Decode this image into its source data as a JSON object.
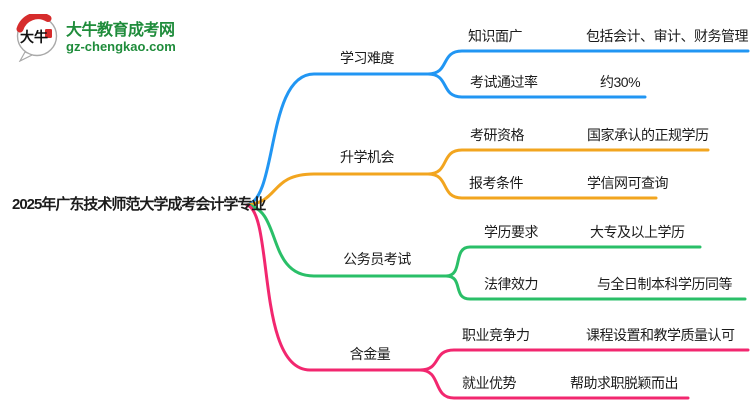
{
  "colors": {
    "branch1": "#2196f3",
    "branch2": "#f2a51f",
    "branch3": "#2abf68",
    "branch4": "#f2276f",
    "brand": "#1f8c3b",
    "seal": "#d62c2c",
    "ink": "#1b1b1b"
  },
  "logo": {
    "icon_text": "大牛",
    "site_name": "大牛教育成考网",
    "site_url": "gz-chengkao.com"
  },
  "root": {
    "label": "2025年广东技术师范大学成考会计学专业"
  },
  "branches": [
    {
      "label": "学习难度",
      "color": "#2196f3",
      "items": [
        {
          "key": "知识面广",
          "value": "包括会计、审计、财务管理"
        },
        {
          "key": "考试通过率",
          "value": "约30%"
        }
      ]
    },
    {
      "label": "升学机会",
      "color": "#f2a51f",
      "items": [
        {
          "key": "考研资格",
          "value": "国家承认的正规学历"
        },
        {
          "key": "报考条件",
          "value": "学信网可查询"
        }
      ]
    },
    {
      "label": "公务员考试",
      "color": "#2abf68",
      "items": [
        {
          "key": "学历要求",
          "value": "大专及以上学历"
        },
        {
          "key": "法律效力",
          "value": "与全日制本科学历同等"
        }
      ]
    },
    {
      "label": "含金量",
      "color": "#f2276f",
      "items": [
        {
          "key": "职业竞争力",
          "value": "课程设置和教学质量认可"
        },
        {
          "key": "就业优势",
          "value": "帮助求职脱颖而出"
        }
      ]
    }
  ]
}
